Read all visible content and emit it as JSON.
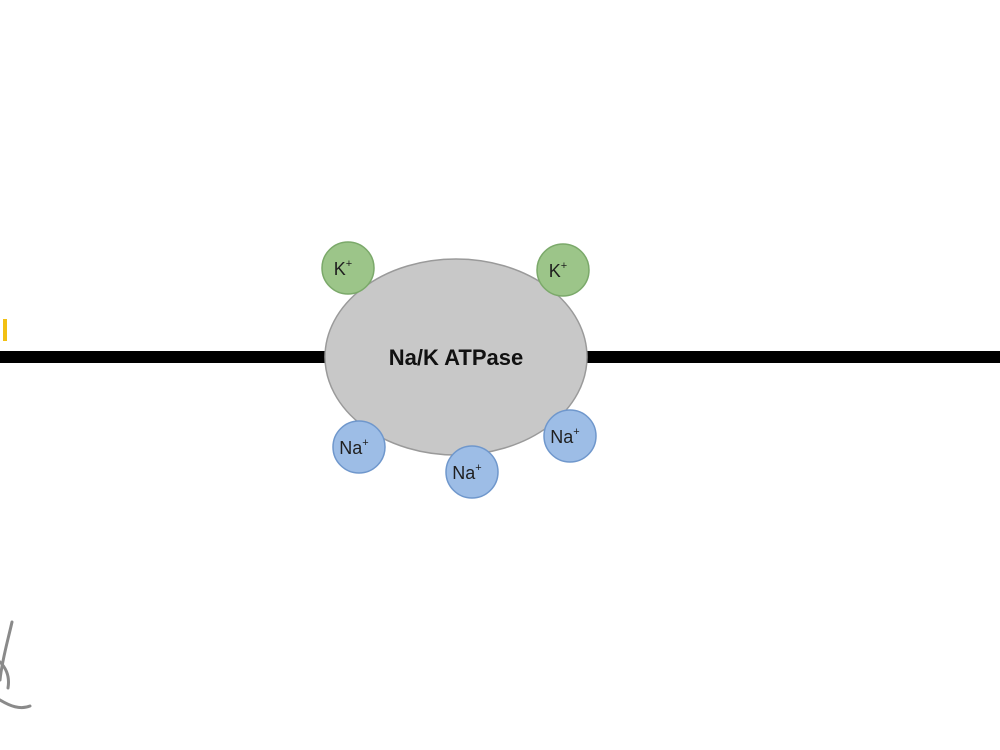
{
  "pump": {
    "label": "Na/K ATPase",
    "fill": "#c8c8c8",
    "stroke": "#9a9a9a"
  },
  "membrane": {
    "color": "#000000"
  },
  "ions": {
    "potassium": [
      {
        "symbol": "K",
        "charge": "+"
      },
      {
        "symbol": "K",
        "charge": "+"
      }
    ],
    "sodium": [
      {
        "symbol": "Na",
        "charge": "+"
      },
      {
        "symbol": "Na",
        "charge": "+"
      },
      {
        "symbol": "Na",
        "charge": "+"
      }
    ],
    "potassium_color": "#9cc589",
    "sodium_color": "#9dbde6"
  },
  "edge_mark": {
    "color": "#f2c012"
  },
  "watermark": {
    "color": "#8a8a8a"
  }
}
